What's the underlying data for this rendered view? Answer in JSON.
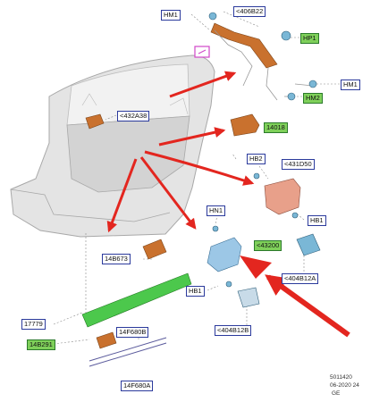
{
  "labels": {
    "hm1_top": "HM1",
    "p406b22": "<406B22",
    "hp1": "HP1",
    "hm1_right": "HM1",
    "hm2": "HM2",
    "p432a38": "<432A38",
    "p14018": "14018",
    "hb2": "HB2",
    "p431d50": "<431D50",
    "hn1": "HN1",
    "hb1_right": "HB1",
    "p43200": "<43200",
    "p14b673": "14B673",
    "p404b12a": "<404B12A",
    "hb1_bottom": "HB1",
    "p404b12b": "<404B12B",
    "p17779": "17779",
    "p14f680b": "14F680B",
    "p14b291": "14B291",
    "p14f680a": "14F680A"
  },
  "footer": {
    "doc_id": "5011420",
    "date": "06-2020 24",
    "region": "GE"
  },
  "colors": {
    "label_border": "#2b3a9c",
    "highlight_label": "#7fd05a",
    "callout_arrow": "#e3261f",
    "gate_body": "#d9d9d9",
    "part_orange": "#c9712e",
    "part_cyan": "#7ab7d6",
    "part_green": "#4cc84c"
  }
}
